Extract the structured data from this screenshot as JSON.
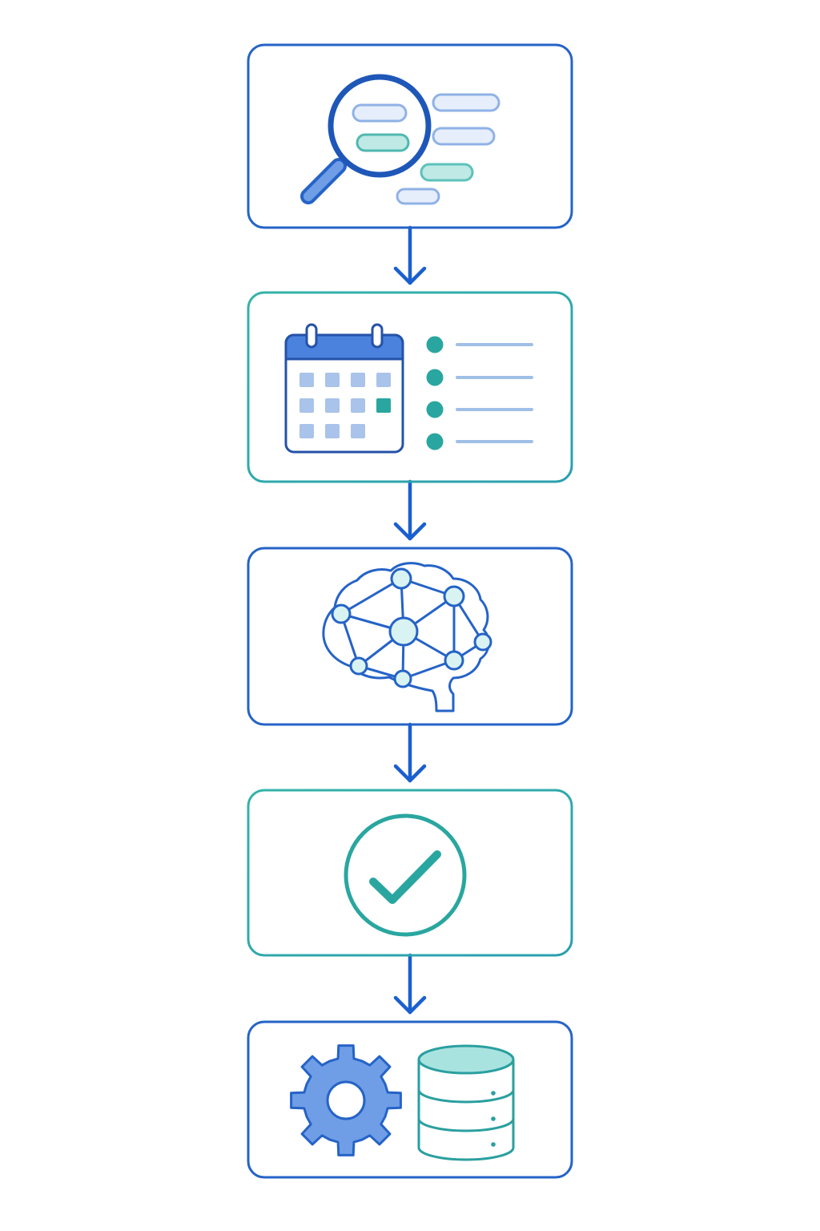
{
  "colors": {
    "blue": "#2563c7",
    "blue_mid": "#5b8fe0",
    "blue_light": "#a9c3ea",
    "blue_pale": "#e6eefb",
    "teal": "#2aa6a0",
    "teal_light": "#a9e3df",
    "teal_pale": "#d8f3f1",
    "arrow": "#1a5fcf"
  },
  "steps": [
    {
      "id": "search",
      "icon": "magnifier-over-list-icon",
      "border": "blue"
    },
    {
      "id": "schedule",
      "icon": "calendar-with-checklist-icon",
      "border": "teal"
    },
    {
      "id": "analyze",
      "icon": "neural-brain-icon",
      "border": "blue"
    },
    {
      "id": "validate",
      "icon": "checkmark-circle-icon",
      "border": "teal"
    },
    {
      "id": "deploy",
      "icon": "gear-and-database-icon",
      "border": "blue"
    }
  ],
  "connectors": [
    {
      "from": "search",
      "to": "schedule"
    },
    {
      "from": "schedule",
      "to": "analyze"
    },
    {
      "from": "analyze",
      "to": "validate"
    },
    {
      "from": "validate",
      "to": "deploy"
    }
  ]
}
